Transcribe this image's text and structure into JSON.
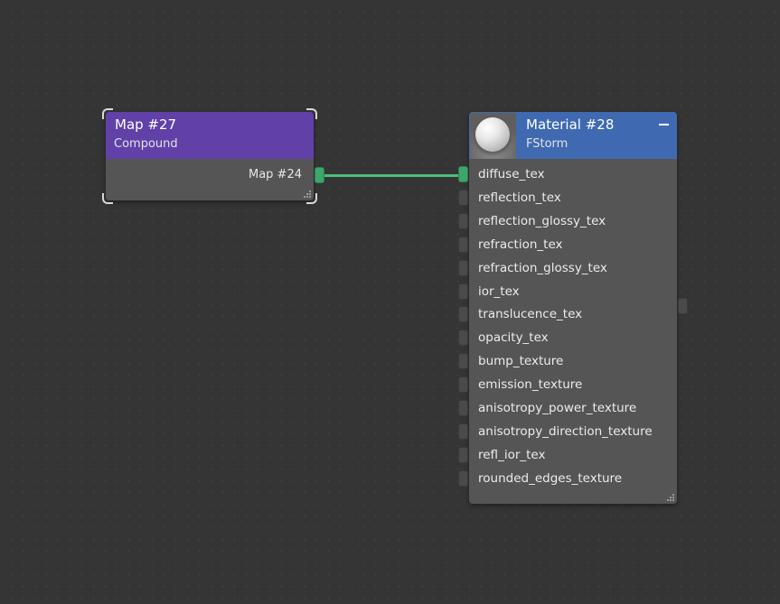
{
  "map_node": {
    "title": "Map #27",
    "subtitle": "Compound",
    "header_color": "#6141a8",
    "output_label": "Map #24",
    "output_connected": true
  },
  "material_node": {
    "title": "Material #28",
    "subtitle": "FStorm",
    "header_color": "#3f6ab1",
    "collapse_icon": "minus-icon",
    "thumbnail": "material-sphere-preview",
    "inputs": [
      {
        "label": "diffuse_tex",
        "connected": true
      },
      {
        "label": "reflection_tex",
        "connected": false
      },
      {
        "label": "reflection_glossy_tex",
        "connected": false
      },
      {
        "label": "refraction_tex",
        "connected": false
      },
      {
        "label": "refraction_glossy_tex",
        "connected": false
      },
      {
        "label": "ior_tex",
        "connected": false
      },
      {
        "label": "translucence_tex",
        "connected": false
      },
      {
        "label": "opacity_tex",
        "connected": false
      },
      {
        "label": "bump_texture",
        "connected": false
      },
      {
        "label": "emission_texture",
        "connected": false
      },
      {
        "label": "anisotropy_power_texture",
        "connected": false
      },
      {
        "label": "anisotropy_direction_texture",
        "connected": false
      },
      {
        "label": "refl_ior_tex",
        "connected": false
      },
      {
        "label": "rounded_edges_texture",
        "connected": false
      }
    ]
  },
  "colors": {
    "canvas_bg": "#353535",
    "node_body": "#555555",
    "wire": "#49c07a",
    "socket_connected": "#3fa66b",
    "socket_empty": "#4a4a4a"
  }
}
